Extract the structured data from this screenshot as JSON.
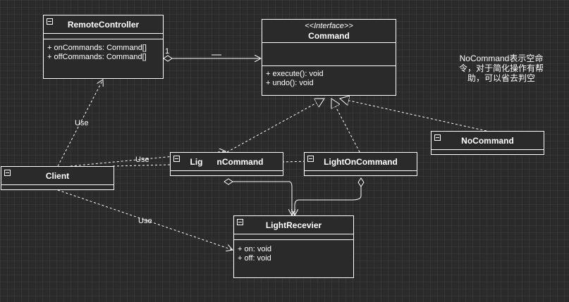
{
  "classes": {
    "remote_controller": {
      "name": "RemoteController",
      "fields": [
        "+ onCommands: Command[]",
        "+ offCommands: Command[]"
      ]
    },
    "command": {
      "stereotype": "<<Interface>>",
      "name": "Command",
      "methods": [
        "+ execute(): void",
        "+ undo(): void"
      ]
    },
    "no_command": {
      "name": "NoCommand"
    },
    "client": {
      "name": "Client"
    },
    "light_off_command": {
      "name": "LightOffCommand",
      "visible_name": "Lig      nCommand"
    },
    "light_on_command": {
      "name": "LightOnCommand"
    },
    "light_receiver": {
      "name": "LightRecevier",
      "fields": [
        "+ on: void",
        "+ off: void"
      ]
    }
  },
  "note": {
    "text": "NoCommand表示空命令，对于简化操作有帮助，可以省去判空"
  },
  "edges": {
    "use_label": "Use",
    "multiplicity": "1"
  },
  "colors": {
    "background": "#2a2a2a",
    "grid": "#363636",
    "stroke": "#ffffff"
  }
}
